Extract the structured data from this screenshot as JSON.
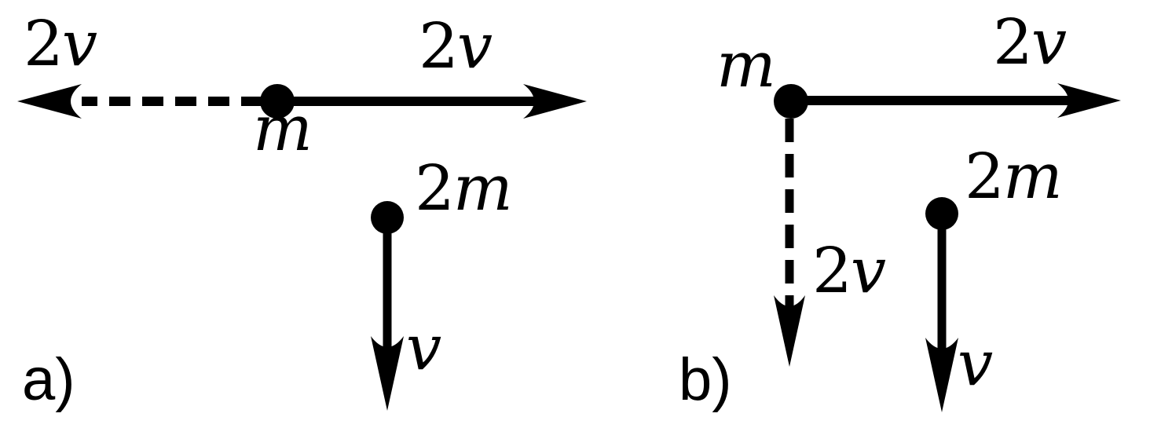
{
  "figure": {
    "type": "physics-diagram",
    "description_visible_text_only": true,
    "colors": {
      "ink": "#000000",
      "background": "#ffffff"
    },
    "panel_a": {
      "tag": "a)",
      "mass1": {
        "coef": "",
        "sym": "m"
      },
      "mass2": {
        "coef": "2",
        "sym": "m"
      },
      "vector_left_dashed": {
        "coef": "2",
        "sym": "v",
        "style": "dashed",
        "direction": "left"
      },
      "vector_right_solid": {
        "coef": "2",
        "sym": "v",
        "style": "solid",
        "direction": "right"
      },
      "vector_down_solid": {
        "coef": "",
        "sym": "v",
        "style": "solid",
        "direction": "down"
      }
    },
    "panel_b": {
      "tag": "b)",
      "mass1": {
        "coef": "",
        "sym": "m"
      },
      "mass2": {
        "coef": "2",
        "sym": "m"
      },
      "vector_right_solid": {
        "coef": "2",
        "sym": "v",
        "style": "solid",
        "direction": "right"
      },
      "vector_down_dashed": {
        "coef": "2",
        "sym": "v",
        "style": "dashed",
        "direction": "down"
      },
      "vector_down_solid": {
        "coef": "",
        "sym": "v",
        "style": "solid",
        "direction": "down"
      }
    }
  }
}
